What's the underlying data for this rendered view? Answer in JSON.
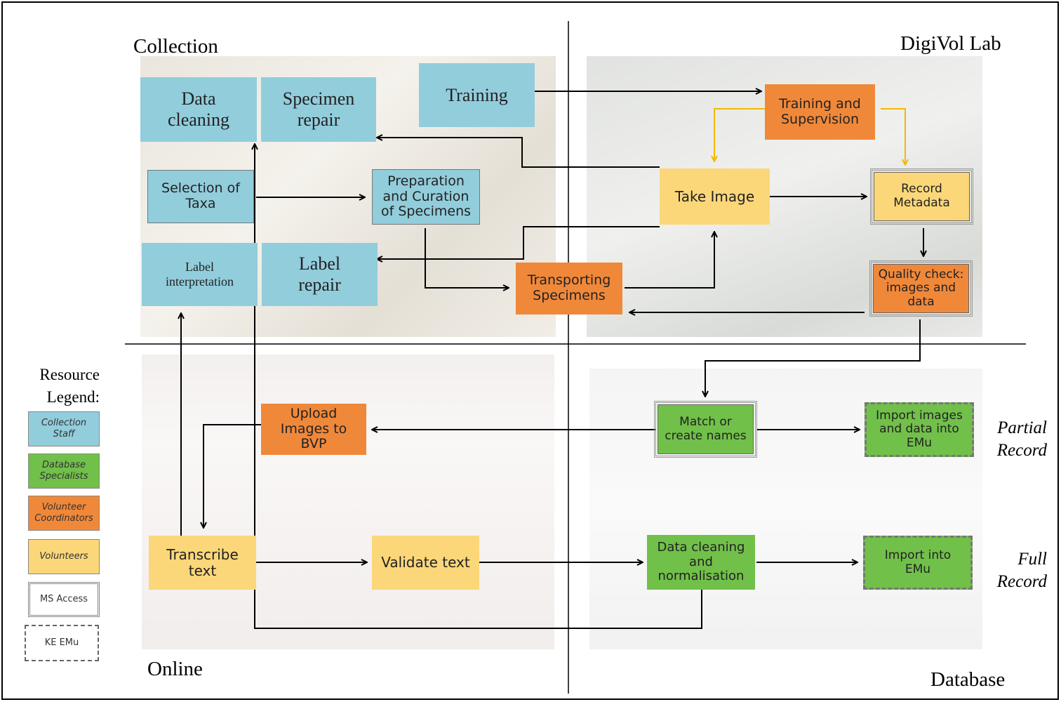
{
  "quadrants": {
    "collection": "Collection",
    "digivol_lab": "DigiVol Lab",
    "online": "Online",
    "database": "Database"
  },
  "side_labels": {
    "partial": "Partial\nRecord",
    "full": "Full\nRecord"
  },
  "legend": {
    "title": "Resource\nLegend:",
    "items": [
      "Collection\nStaff",
      "Database\nSpecialists",
      "Volunteer\nCoordinators",
      "Volunteers",
      "MS Access",
      "KE EMu"
    ]
  },
  "nodes": {
    "data_cleaning_collection": "Data\ncleaning",
    "specimen_repair": "Specimen\nrepair",
    "training": "Training",
    "training_supervision": "Training and\nSupervision",
    "selection_taxa": "Selection of\nTaxa",
    "preparation_curation": "Preparation\nand Curation\nof Specimens",
    "take_image": "Take Image",
    "record_metadata": "Record\nMetadata",
    "label_interpretation": "Label\ninterpretation",
    "label_repair": "Label\nrepair",
    "transporting_specimens": "Transporting\nSpecimens",
    "quality_check": "Quality check:\nimages and\ndata",
    "upload_images": "Upload\nImages to\nBVP",
    "match_names": "Match or\ncreate names",
    "import_images_data": "Import images\nand data into\nEMu",
    "transcribe_text": "Transcribe\ntext",
    "validate_text": "Validate text",
    "data_cleaning_normalisation": "Data cleaning\nand\nnormalisation",
    "import_emu": "Import into\nEMu"
  },
  "colors": {
    "collection_staff": "#92cddc",
    "database_specialists": "#71c04a",
    "volunteer_coordinators": "#f0883a",
    "volunteers": "#fbd77a",
    "supervision_arrow": "#f5b800"
  }
}
